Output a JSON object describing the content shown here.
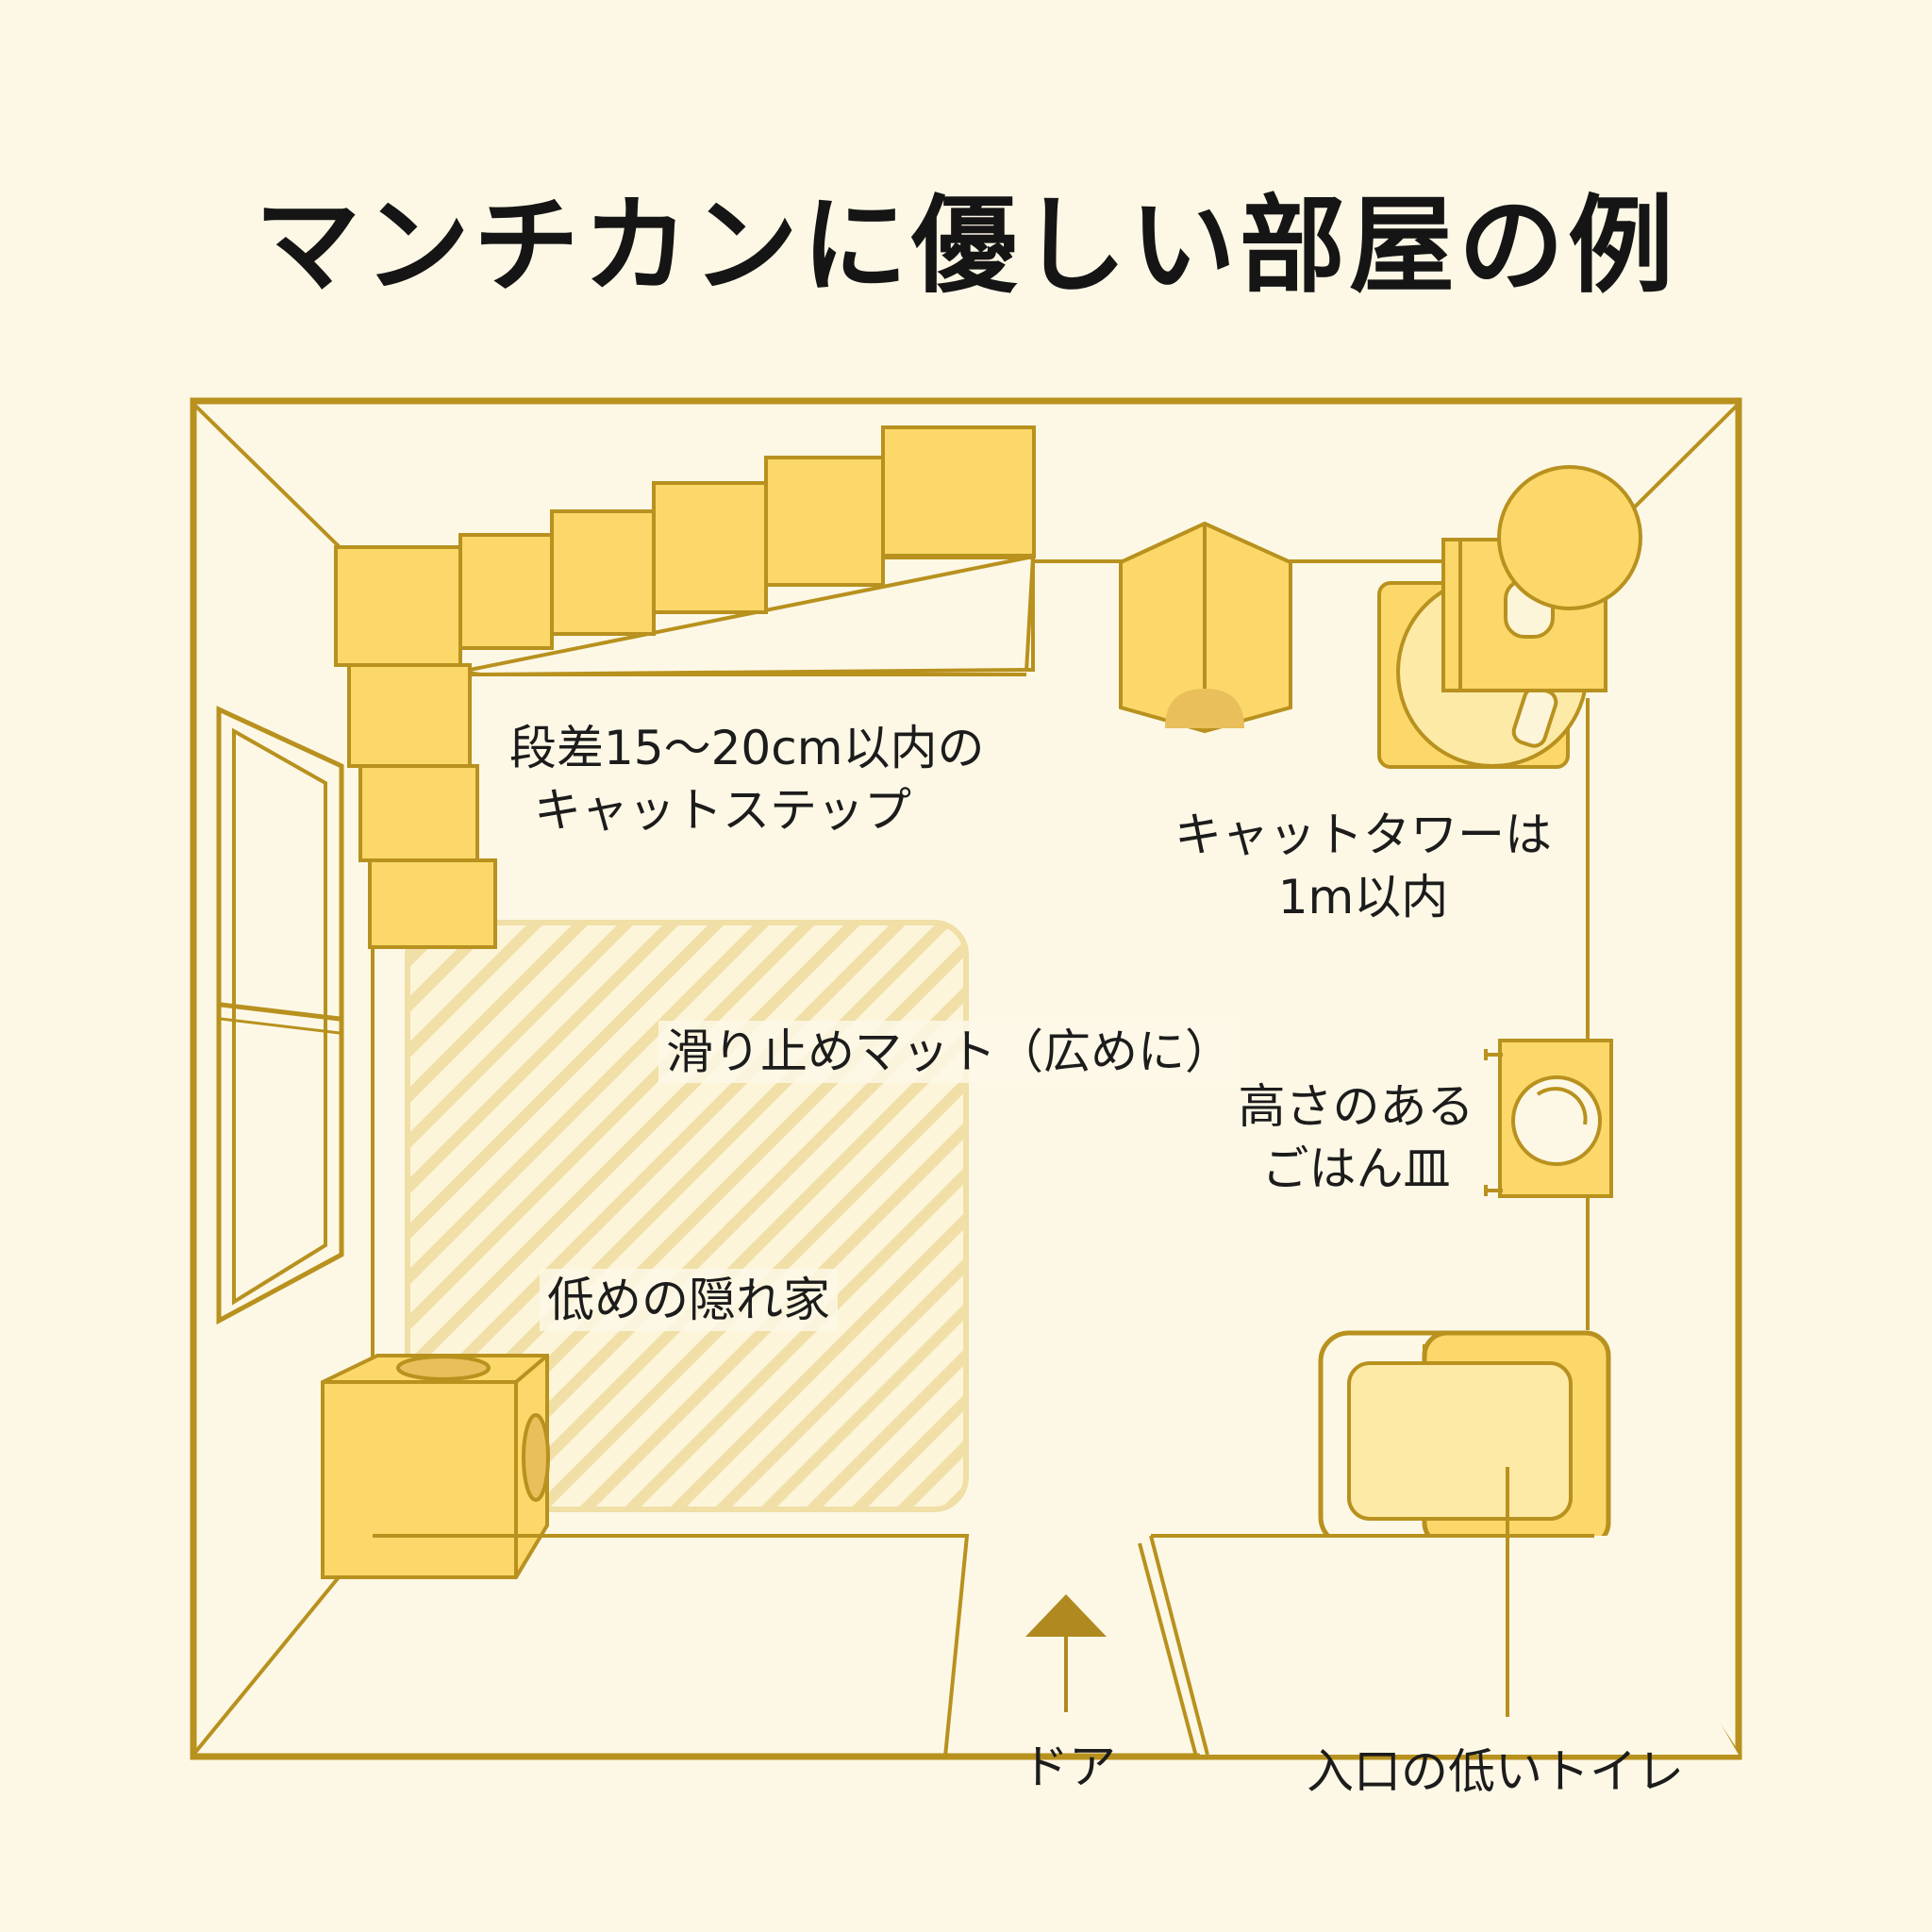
{
  "title": "マンチカンに優しい部屋の例",
  "labels": {
    "cat_steps": [
      "段差15〜20cm以内の",
      "キャットステップ"
    ],
    "cat_tower": [
      "キャットタワーは",
      "1m以内"
    ],
    "mat": "滑り止めマット（広めに）",
    "food_bowl": [
      "高さのある",
      "ごはん皿"
    ],
    "hideout": "低めの隠れ家",
    "door": "ドア",
    "toilet": "入口の低いトイレ"
  },
  "colors": {
    "outline": "#b8911e",
    "fill": "#fbd869",
    "fill_light": "#fdeaa6",
    "mat_stripe": "#f1dfa8",
    "background": "#fdf8e6",
    "text": "#1c1c1c"
  }
}
